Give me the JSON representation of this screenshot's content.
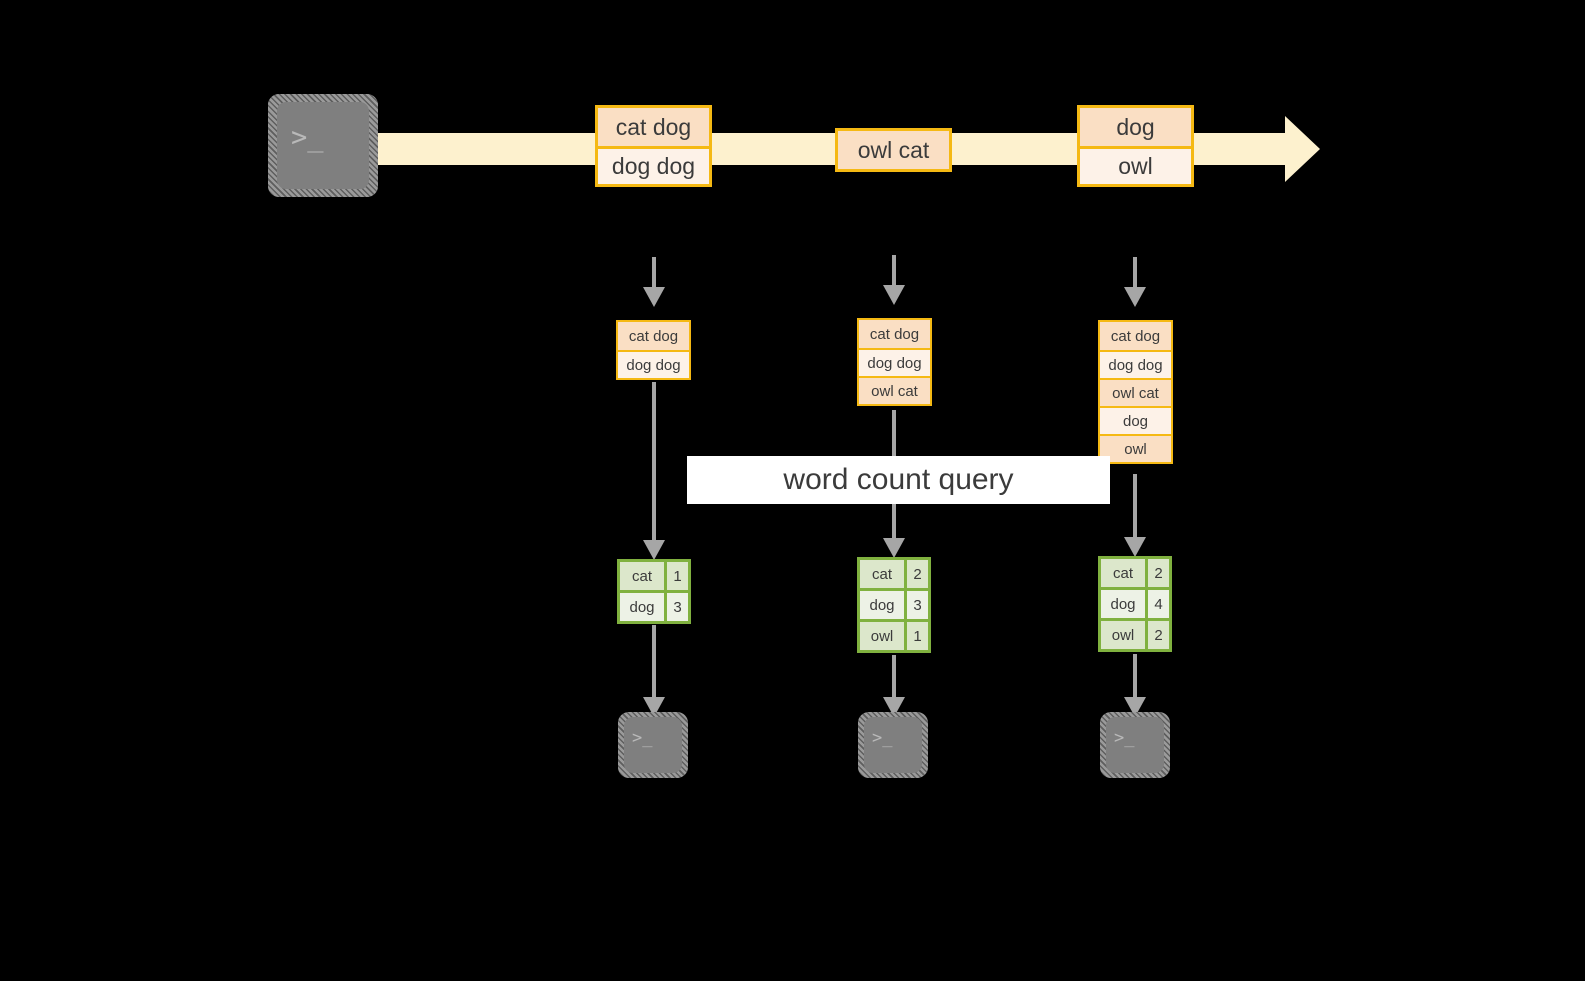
{
  "diagram": {
    "title": "",
    "colors": {
      "background": "#000000",
      "stream_fill": "#FDF1CE",
      "message_border": "#F5B913",
      "message_fill_dark": "#FADFC4",
      "message_fill_light": "#FDF2E8",
      "table_border": "#80B13F",
      "table_fill_dark": "#DCE7CB",
      "table_fill_light": "#EDF2E6",
      "arrow_gray": "#A6A6A6",
      "terminal_gray": "#7F7F7F",
      "label_band": "#FFFFFF",
      "text": "#3B3B3B"
    },
    "source": {
      "icon": "terminal-icon",
      "glyph": ">_"
    },
    "stream": {
      "icon": "right-arrow-icon",
      "messages": [
        {
          "id": "msg-1",
          "lines": [
            "cat dog",
            "dog dog"
          ]
        },
        {
          "id": "msg-2",
          "lines": [
            "owl cat"
          ]
        },
        {
          "id": "msg-3",
          "lines": [
            "dog",
            "owl"
          ]
        }
      ]
    },
    "query_label": "word count query",
    "snapshots": [
      {
        "id": "snapshot-1",
        "input_lines": [
          "cat dog",
          "dog dog"
        ],
        "result": {
          "rows": [
            {
              "word": "cat",
              "count": "1"
            },
            {
              "word": "dog",
              "count": "3"
            }
          ]
        },
        "sink": {
          "icon": "terminal-icon",
          "glyph": ">_"
        }
      },
      {
        "id": "snapshot-2",
        "input_lines": [
          "cat dog",
          "dog dog",
          "owl cat"
        ],
        "result": {
          "rows": [
            {
              "word": "cat",
              "count": "2"
            },
            {
              "word": "dog",
              "count": "3"
            },
            {
              "word": "owl",
              "count": "1"
            }
          ]
        },
        "sink": {
          "icon": "terminal-icon",
          "glyph": ">_"
        }
      },
      {
        "id": "snapshot-3",
        "input_lines": [
          "cat dog",
          "dog dog",
          "owl cat",
          "dog",
          "owl"
        ],
        "result": {
          "rows": [
            {
              "word": "cat",
              "count": "2"
            },
            {
              "word": "dog",
              "count": "4"
            },
            {
              "word": "owl",
              "count": "2"
            }
          ]
        },
        "sink": {
          "icon": "terminal-icon",
          "glyph": ">_"
        }
      }
    ]
  }
}
